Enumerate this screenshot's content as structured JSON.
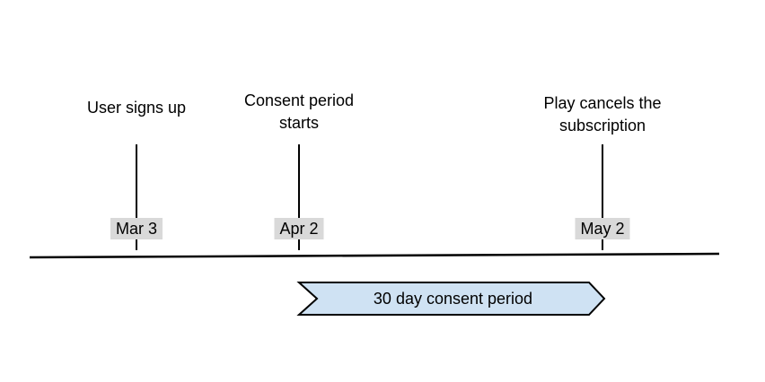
{
  "diagram": {
    "milestones": [
      {
        "label": "User signs up",
        "date": "Mar 3"
      },
      {
        "label": "Consent period starts",
        "date": "Apr 2"
      },
      {
        "label": "Play cancels the subscription",
        "date": "May 2"
      }
    ],
    "banner": {
      "label": "30 day consent period",
      "fill": "#cfe2f3",
      "border": "#000000"
    },
    "colors": {
      "date_chip_bg": "#d9d9d9",
      "timeline_line": "#000000",
      "text": "#000000",
      "background": "#ffffff"
    }
  }
}
